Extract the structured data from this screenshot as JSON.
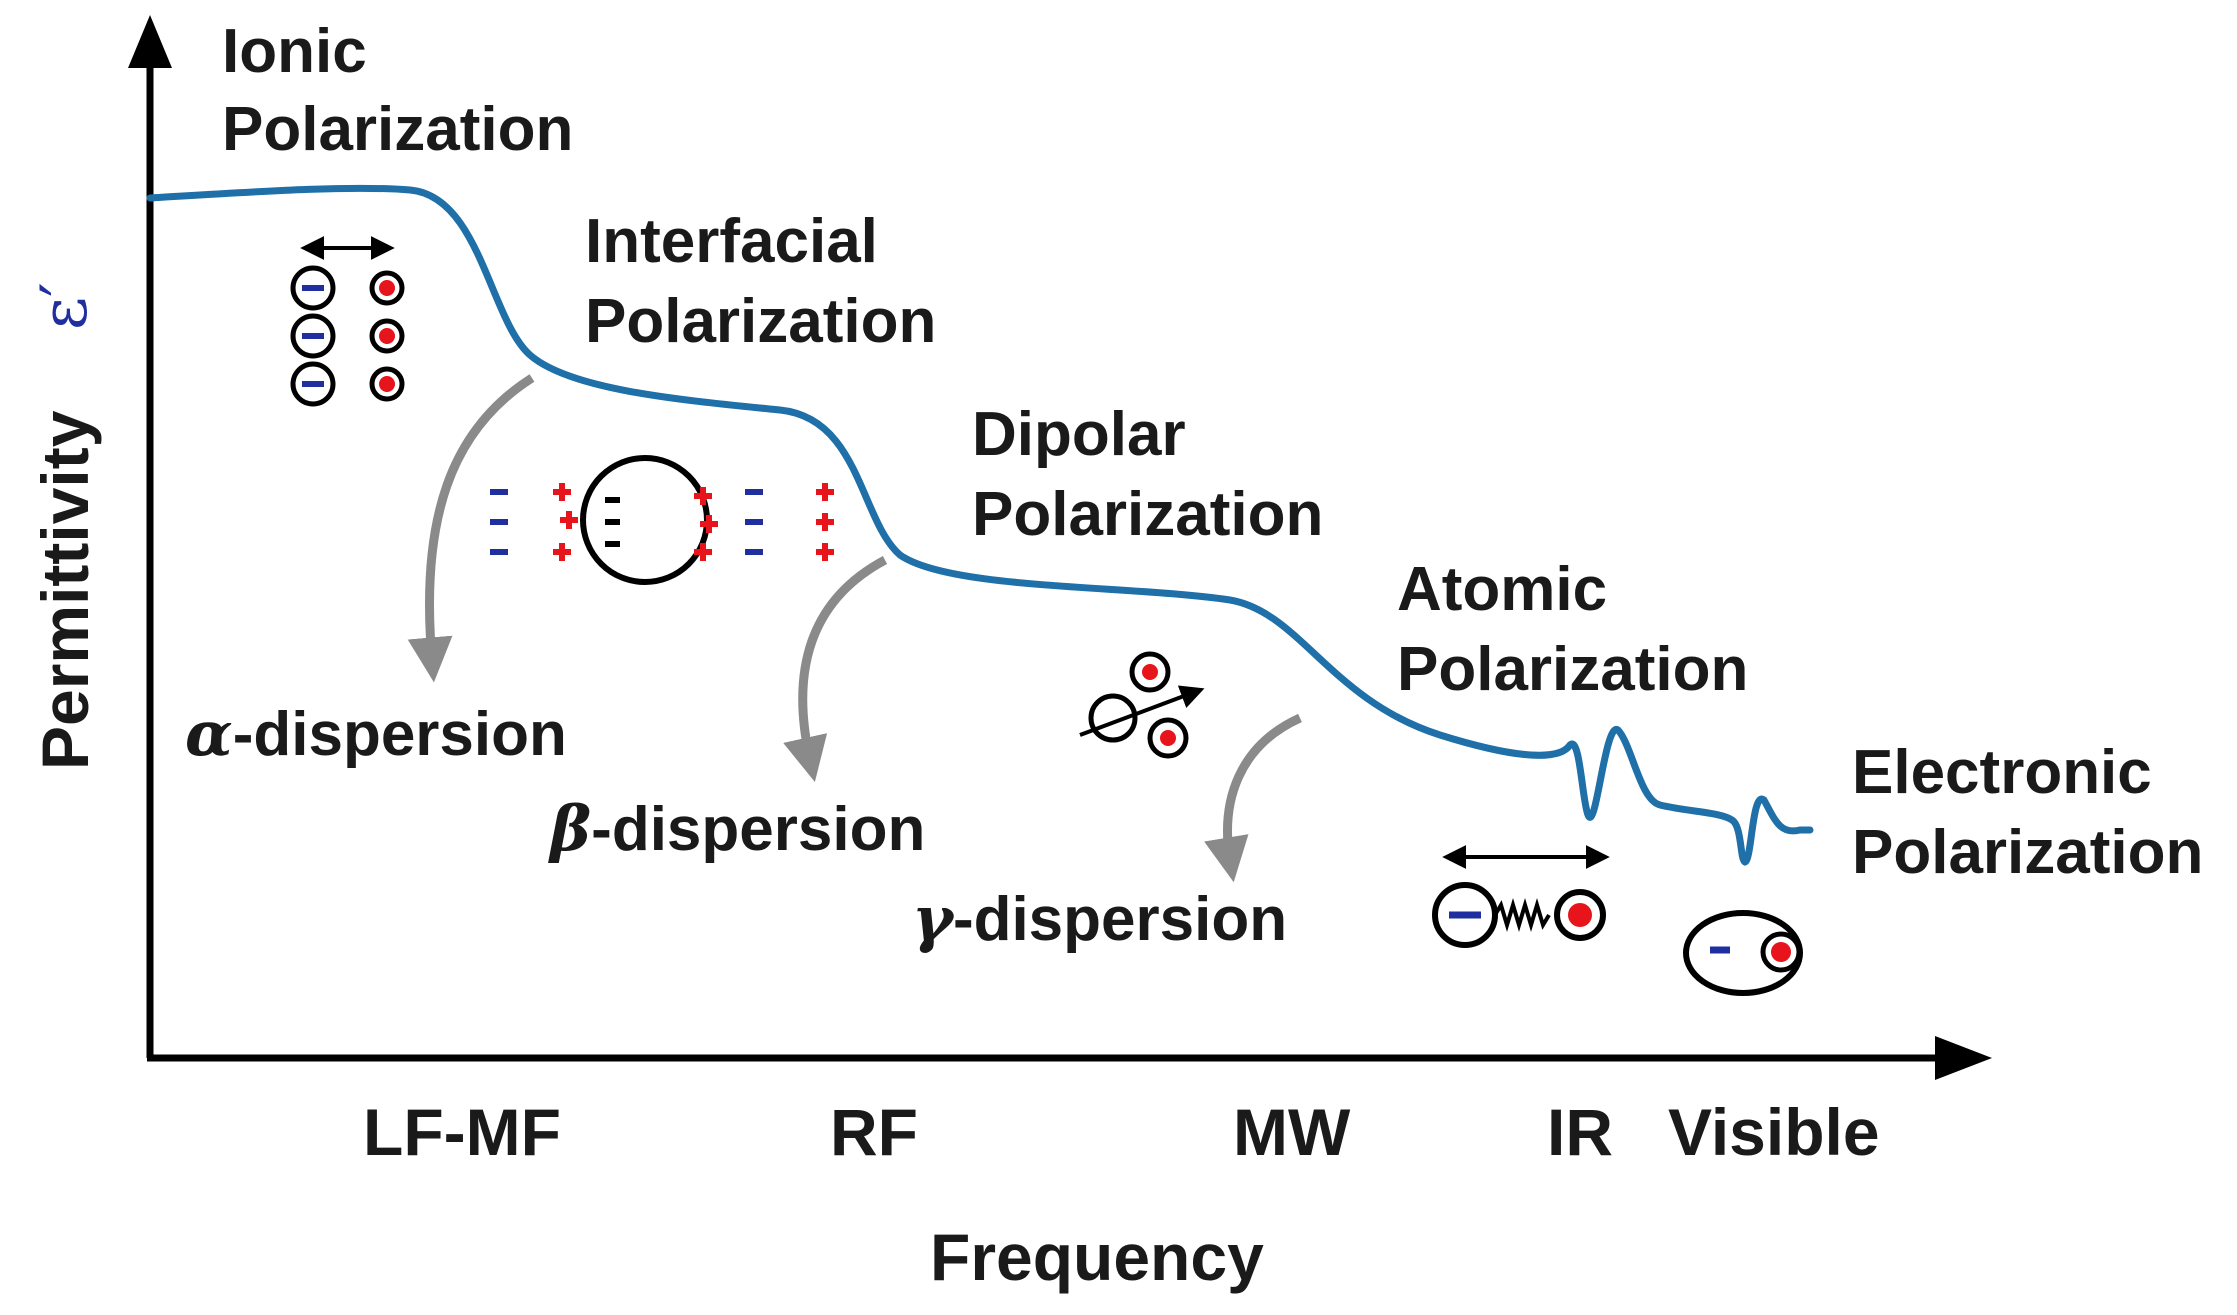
{
  "colors": {
    "curve": "#1f6fa8",
    "axis": "#000000",
    "arrow_gray": "#8a8a8a",
    "positive": "#e8141b",
    "negative": "#1f2fa0"
  },
  "axes": {
    "y_label": "Permittivity",
    "y_symbol": "ε′",
    "x_label": "Frequency"
  },
  "regions": [
    "LF-MF",
    "RF",
    "MW",
    "IR",
    "Visible"
  ],
  "polarizations": {
    "ionic": [
      "Ionic",
      "Polarization"
    ],
    "interfacial": [
      "Interfacial",
      "Polarization"
    ],
    "dipolar": [
      "Dipolar",
      "Polarization"
    ],
    "atomic": [
      "Atomic",
      "Polarization"
    ],
    "electronic": [
      "Electronic",
      "Polarization"
    ]
  },
  "dispersions": {
    "alpha": {
      "symbol": "α",
      "text": "-dispersion"
    },
    "beta": {
      "symbol": "β",
      "text": "-dispersion"
    },
    "gamma": {
      "symbol": "γ",
      "text": "-dispersion"
    }
  },
  "icons": [
    "ion-lattice-icon",
    "cell-membrane-icon",
    "rotating-dipole-icon",
    "atomic-spring-icon",
    "electron-cloud-icon"
  ]
}
